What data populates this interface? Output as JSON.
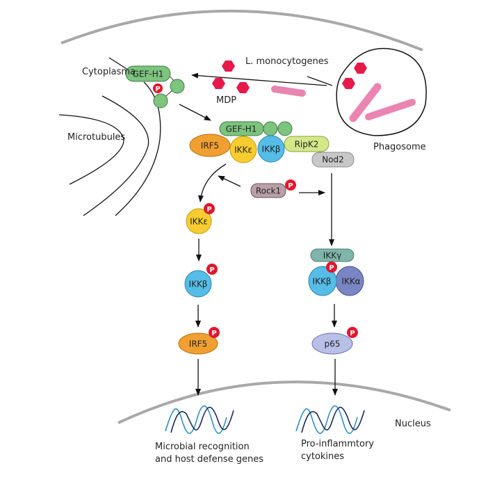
{
  "labels": {
    "cytoplasma": "Cytoplasma",
    "microtubules": "Microtubules",
    "l_monocytogenes": "L. monocytogenes",
    "mdp": "MDP",
    "phagosome": "Phagosome",
    "nucleus": "Nucleus"
  },
  "molecules": {
    "gef_h1_top": "GEF-H1",
    "gef_h1_complex": "GEF-H1",
    "irf5_complex": "IRF5",
    "ikke_complex": "IKKε",
    "ikkb_complex": "IKKβ",
    "ripk2": "RipK2",
    "nod2": "Nod2",
    "rock1": "Rock1",
    "ikke_left": "IKKε",
    "ikkb_left": "IKKβ",
    "irf5_left": "IRF5",
    "ikkg": "IKKγ",
    "ikkb_right": "IKKβ",
    "ikka_right": "IKKα",
    "p65": "p65"
  },
  "phospho_label": "P",
  "outputs": {
    "left_line1": "Microbial recognition",
    "left_line2": "and host defense genes",
    "right_line1": "Pro-inflammtory",
    "right_line2": "cytokines"
  },
  "colors": {
    "gef_h1": "#7dc47f",
    "irf5": "#f0a030",
    "ikke": "#f7cc2e",
    "ikkb": "#55bde8",
    "ripk2": "#d4e88a",
    "nod2": "#c8c8c8",
    "rock1": "#b9a0a8",
    "ikkg": "#7fb5ab",
    "ikka": "#7a86c4",
    "p65": "#b8c0e8",
    "phospho": "#e0182d",
    "mdp": "#e5194a",
    "bacteria": "#e985b0",
    "membrane": "#a8a8a8"
  }
}
